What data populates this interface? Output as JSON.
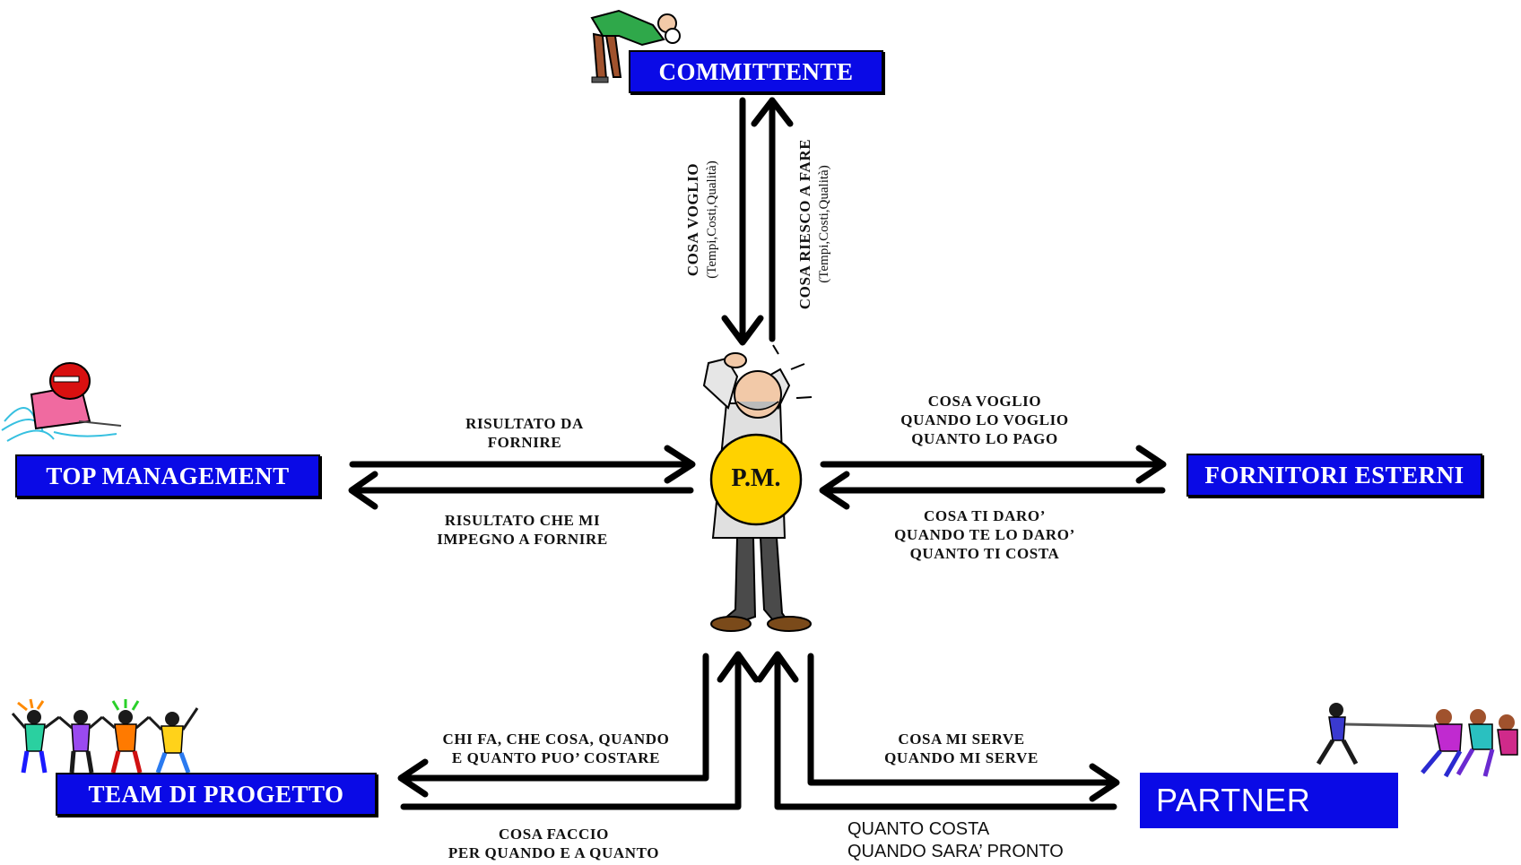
{
  "nodes": {
    "committente": "COMMITTENTE",
    "top_management": "TOP  MANAGEMENT",
    "fornitori_esterni": "FORNITORI ESTERNI",
    "team_di_progetto": "TEAM  DI  PROGETTO",
    "partner": "PARTNER",
    "pm": "P.M."
  },
  "labels": {
    "cosa_voglio_up": {
      "line1": "COSA VOGLIO",
      "line2": "(Tempi,Costi,Qualità)"
    },
    "cosa_riesco": {
      "line1": "COSA RIESCO A FARE",
      "line2": "(Tempi,Costi,Qualità)"
    },
    "risultato_da": {
      "line1": "RISULTATO DA",
      "line2": "FORNIRE"
    },
    "risultato_che": {
      "line1": "RISULTATO CHE MI",
      "line2": "IMPEGNO A FORNIRE"
    },
    "fornitori_top": {
      "line1": "COSA VOGLIO",
      "line2": "QUANDO LO VOGLIO",
      "line3": "QUANTO LO PAGO"
    },
    "fornitori_bottom": {
      "line1": "COSA TI DARO’",
      "line2": "QUANDO TE LO DARO’",
      "line3": "QUANTO TI COSTA"
    },
    "team_top": {
      "line1": "CHI FA, CHE COSA, QUANDO",
      "line2": "E QUANTO PUO’ COSTARE"
    },
    "team_bottom": {
      "line1": "COSA FACCIO",
      "line2": "PER QUANDO E A QUANTO"
    },
    "partner_top": {
      "line1": "COSA MI SERVE",
      "line2": "QUANDO MI SERVE"
    },
    "partner_bottom": {
      "line1": "QUANTO COSTA",
      "line2": "QUANDO SARA’ PRONTO"
    }
  },
  "colors": {
    "box_fill": "#0a0ae6",
    "box_text": "#ffffff",
    "pm_badge": "#ffd200",
    "arrow": "#000000"
  }
}
